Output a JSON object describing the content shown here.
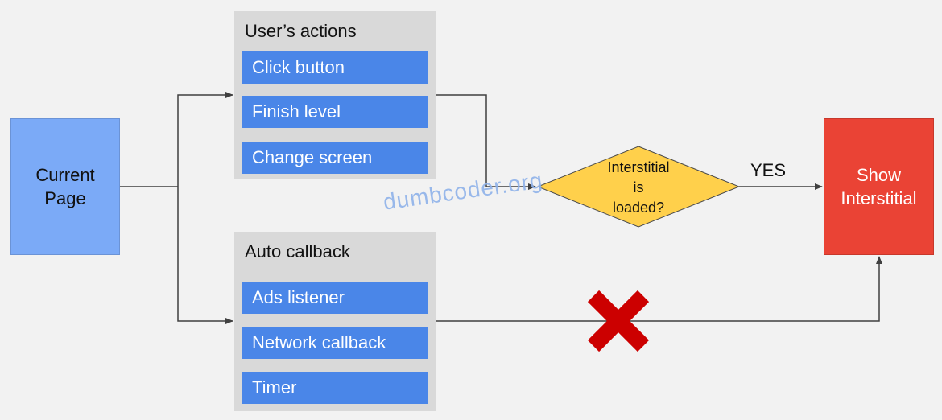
{
  "nodes": {
    "current_page": {
      "lines": [
        "Current",
        "Page"
      ]
    },
    "user_actions": {
      "title": "User’s actions",
      "items": [
        "Click button",
        "Finish level",
        "Change screen"
      ]
    },
    "auto_callback": {
      "title": "Auto callback",
      "items": [
        "Ads listener",
        "Network callback",
        "Timer"
      ]
    },
    "decision": {
      "lines": [
        "Interstitial",
        "is",
        "loaded?"
      ]
    },
    "yes_label": "YES",
    "show_interstitial": {
      "lines": [
        "Show",
        "Interstitial"
      ]
    }
  },
  "watermark": "dumbcoder.org",
  "colors": {
    "background": "#f2f2f2",
    "current_page": "#7baaf7",
    "group_bg": "#d9d9d9",
    "item_bg": "#4a86e8",
    "decision": "#ffd04b",
    "show_interstitial": "#ea4335",
    "cross": "#cc0000",
    "line": "#404040"
  },
  "icons": {
    "blocked_path": "cross-icon"
  }
}
